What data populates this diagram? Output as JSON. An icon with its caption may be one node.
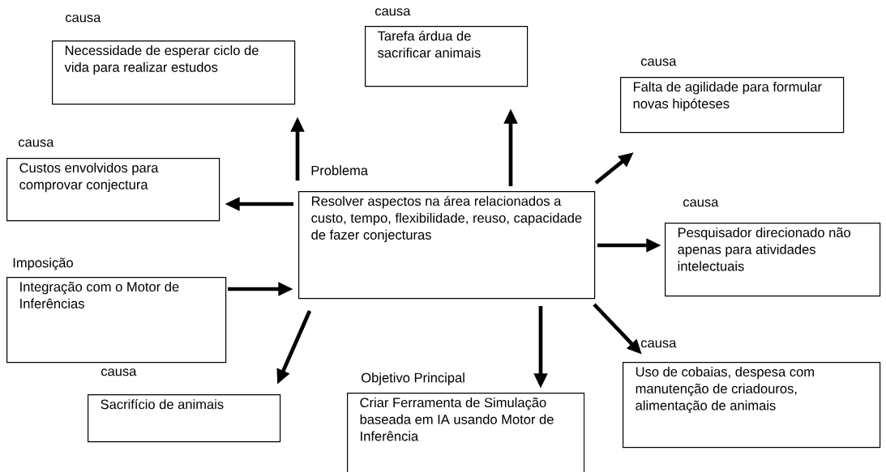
{
  "diagram": {
    "nodes": [
      {
        "text": [
          "causa",
          "Necessidade de esperar ciclo de vida para realizar estudos"
        ]
      },
      {
        "text": [
          "causa",
          "Tarefa árdua de sacrificar animais"
        ]
      },
      {
        "text": [
          "causa",
          "Falta de agilidade para formular novas hipóteses"
        ]
      },
      {
        "text": [
          "causa",
          "Custos envolvidos para comprovar conjectura"
        ]
      },
      {
        "text": [
          "Problema",
          "Resolver aspectos na área relacionados a custo, tempo, flexibilidade, reuso, capacidade de fazer conjecturas"
        ]
      },
      {
        "text": [
          "causa",
          "Pesquisador direcionado não apenas para atividades intelectuais"
        ]
      },
      {
        "text": [
          "Imposição",
          "Integração com o Motor de Inferências"
        ]
      },
      {
        "text": [
          "causa",
          "Sacrifício de animais"
        ]
      },
      {
        "text": [
          "Objetivo Principal",
          "Criar Ferramenta de Simulação baseada em IA usando Motor de Inferência"
        ]
      },
      {
        "text": [
          "causa",
          "Uso de cobaias, despesa com manutenção de criadouros, alimentação de animais"
        ]
      }
    ],
    "edges": [
      {
        "from": 4,
        "to": 0,
        "arrow": "to"
      },
      {
        "from": 4,
        "to": 1,
        "arrow": "to"
      },
      {
        "from": 4,
        "to": 2,
        "arrow": "to"
      },
      {
        "from": 4,
        "to": 3,
        "arrow": "to"
      },
      {
        "from": 4,
        "to": 5,
        "arrow": "to"
      },
      {
        "from": 6,
        "to": 4,
        "arrow": "to"
      },
      {
        "from": 4,
        "to": 7,
        "arrow": "to"
      },
      {
        "from": 4,
        "to": 8,
        "arrow": "to"
      },
      {
        "from": 4,
        "to": 9,
        "arrow": "to"
      }
    ]
  }
}
